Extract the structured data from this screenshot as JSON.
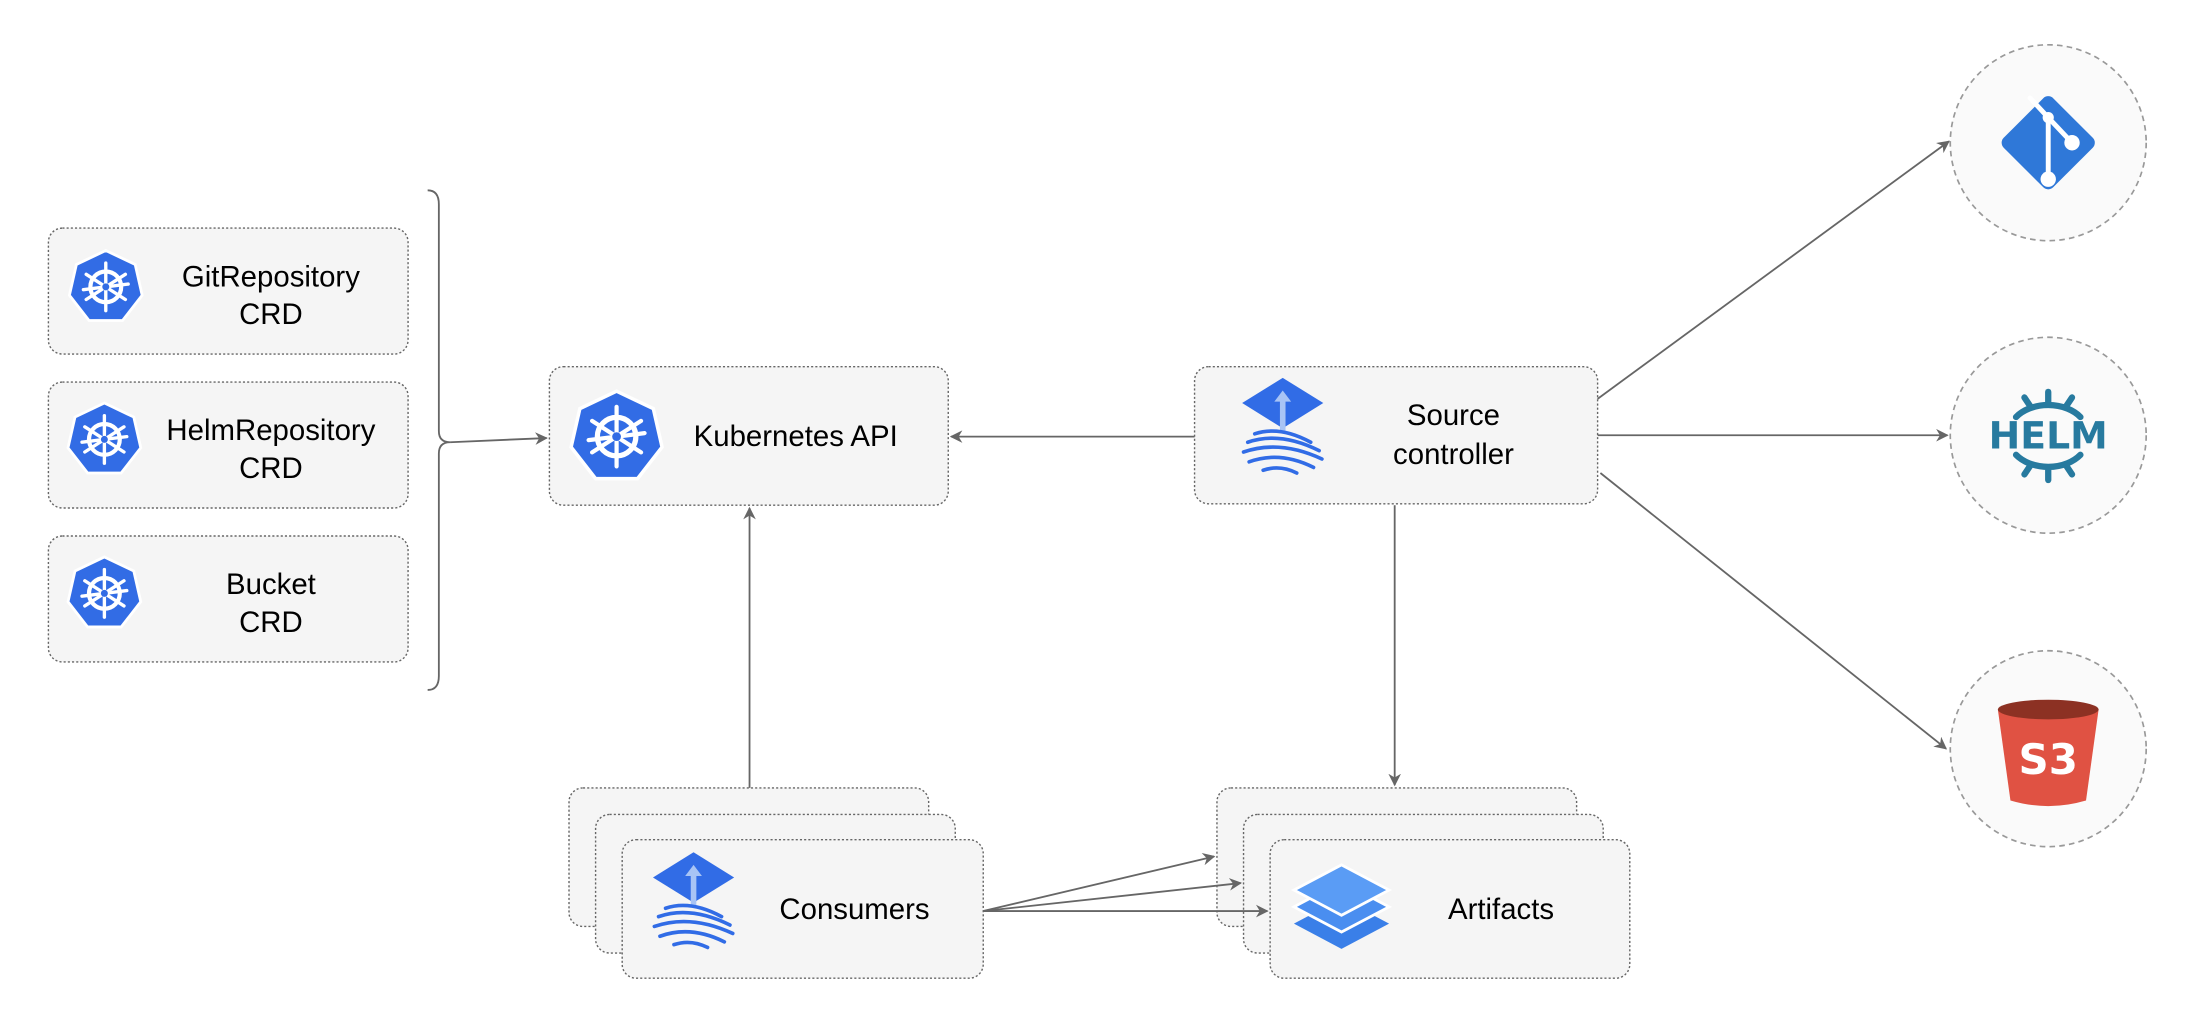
{
  "crds": [
    {
      "line1": "GitRepository",
      "line2": "CRD",
      "icon": "kubernetes-icon"
    },
    {
      "line1": "HelmRepository",
      "line2": "CRD",
      "icon": "kubernetes-icon"
    },
    {
      "line1": "Bucket",
      "line2": "CRD",
      "icon": "kubernetes-icon"
    }
  ],
  "kubernetes_api": {
    "label": "Kubernetes API",
    "icon": "kubernetes-icon"
  },
  "source_controller": {
    "line1": "Source",
    "line2": "controller",
    "icon": "flux-icon"
  },
  "consumers": {
    "label": "Consumers",
    "icon": "flux-icon"
  },
  "artifacts": {
    "label": "Artifacts",
    "icon": "layers-icon"
  },
  "sources": [
    {
      "name": "git",
      "icon": "git-icon"
    },
    {
      "name": "helm",
      "icon": "helm-icon",
      "text": "HELM"
    },
    {
      "name": "s3",
      "icon": "s3-bucket-icon",
      "text": "S3"
    }
  ],
  "colors": {
    "kubernetes": "#326ce5",
    "git": "#2f78d8",
    "helm": "#277a9f",
    "s3": "#e05243",
    "s3_top": "#8c3123",
    "layers": "#4a8ef0",
    "flux": "#316ce6"
  }
}
